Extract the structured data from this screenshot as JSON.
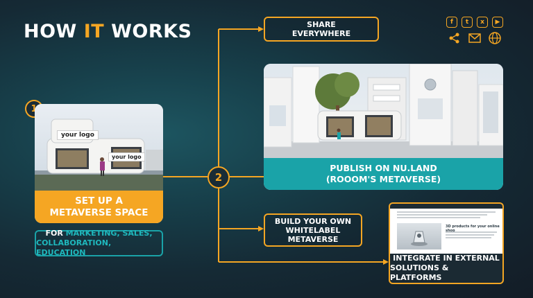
{
  "title": {
    "part1": "HOW ",
    "part2": "IT",
    "part3": " WORKS"
  },
  "step1": {
    "number": "1",
    "logo_text_a": "your logo",
    "logo_text_b": "your logo",
    "caption_line1": "SET UP A",
    "caption_line2": "METAVERSE SPACE",
    "for_prefix": "FOR ",
    "for_highlight": "MARKETING, SALES,",
    "for_line2": "COLLABORATION, EDUCATION"
  },
  "step2": {
    "number": "2"
  },
  "share": {
    "line1": "SHARE",
    "line2": "EVERYWHERE"
  },
  "publish": {
    "line1": "PUBLISH ON NU.LAND",
    "line2": "(ROOOM'S METAVERSE)"
  },
  "whitelabel": {
    "line1": "BUILD YOUR OWN",
    "line2": "WHITELABEL",
    "line3": "METAVERSE"
  },
  "integrate": {
    "line1": "INTEGRATE IN EXTERNAL",
    "line2": "SOLUTIONS & PLATFORMS",
    "mock_heading": "3D products for your online shop"
  },
  "social_icons": [
    "facebook-icon",
    "twitter-icon",
    "xing-icon",
    "youtube-icon",
    "share-icon",
    "mail-icon",
    "globe-icon"
  ],
  "colors": {
    "accent": "#f5a623",
    "teal": "#1aa3a8",
    "background": "#152a35"
  }
}
